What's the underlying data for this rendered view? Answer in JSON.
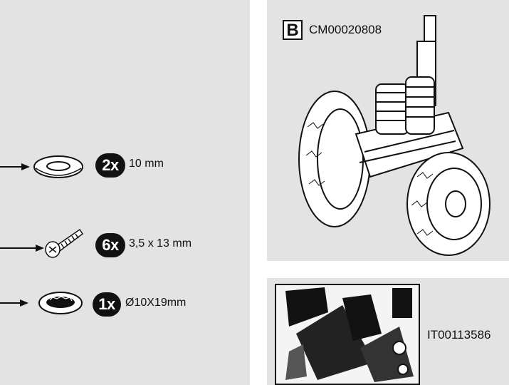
{
  "hardware": [
    {
      "quantity": "2x",
      "size": "10 mm",
      "icon": "washer-icon"
    },
    {
      "quantity": "6x",
      "size": "3,5 x 13 mm",
      "icon": "screw-icon"
    },
    {
      "quantity": "1x",
      "size": "Ø10X19mm",
      "icon": "push-nut-icon"
    }
  ],
  "assembly": {
    "letter": "B",
    "code": "CM00020808"
  },
  "decal": {
    "code": "IT00113586"
  }
}
